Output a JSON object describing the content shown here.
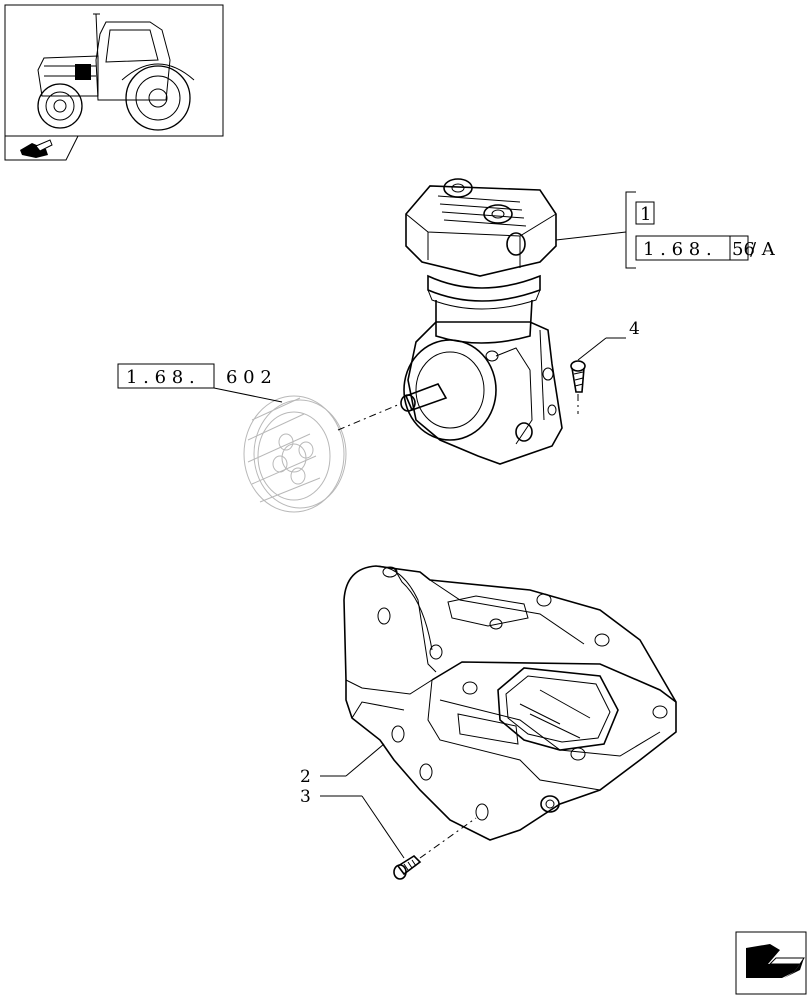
{
  "thumbnail": {
    "icon": "tractor-thumbnail-icon",
    "marker_color": "#000000"
  },
  "nav_icon": "diagram-nav-icon",
  "exit_icon": "exit-arrow-icon",
  "refs": {
    "top_index": "1",
    "top_code_boxed": "1 . 6 8 .",
    "top_code_sub": "56",
    "top_code_rest": " / A",
    "left_code_boxed": "1 . 6 8 .",
    "left_code_rest": "6   0 2"
  },
  "callouts": {
    "c4": "4",
    "c2": "2",
    "c3": "3"
  }
}
